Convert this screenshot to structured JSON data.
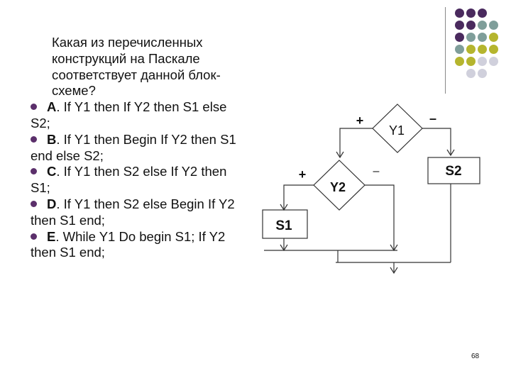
{
  "question": {
    "intro": "Какая из перечисленных конструкций на Паскале соответствует данной блок-схеме?",
    "options": [
      {
        "letter": "A",
        "text": ". If Y1 then If Y2 then S1 else S2;"
      },
      {
        "letter": "B",
        "text": ". If Y1 then Begin If Y2 then S1 end else S2;"
      },
      {
        "letter": "C",
        "text": ". If Y1 then S2 else If Y2 then S1;"
      },
      {
        "letter": "D",
        "text": ". If Y1 then S2 else Begin If Y2 then S1 end;"
      },
      {
        "letter": "E",
        "text": ". While Y1 Do begin S1; If Y2 then S1 end;"
      }
    ]
  },
  "flowchart": {
    "y1": "Y1",
    "y2": "Y2",
    "s1": "S1",
    "s2": "S2",
    "plus1": "+",
    "minus1": "–",
    "plus2": "+",
    "minus2": "–"
  },
  "colors": {
    "bullet": "#5b2f6b",
    "dot_purple": "#4a2a5e",
    "dot_teal": "#7f9e9a",
    "dot_olive": "#b5b52e",
    "dot_gray": "#d0d0dc"
  },
  "page_number": "68"
}
